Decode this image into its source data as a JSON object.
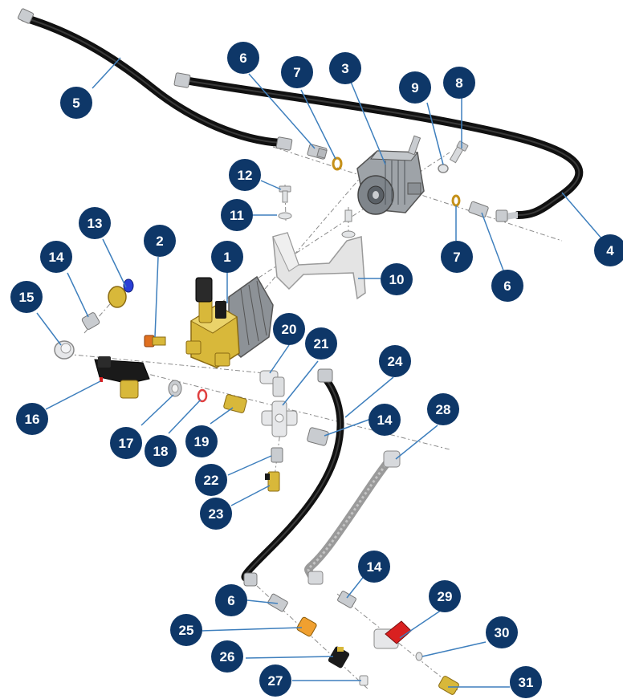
{
  "diagram": {
    "colors": {
      "callout_fill": "#0e3768",
      "leader_line": "#3e7fbd",
      "hose": "#111111",
      "hose_highlight": "#555555",
      "brass": "#d8b83a",
      "aluminum": "#c9ccd0",
      "valve_red": "#d92020",
      "bracket": "#dcdcdc",
      "braided_hose": "#9a9a9a",
      "cap_blue": "#2a3fd6",
      "unloader_black": "#1a1a1a"
    },
    "callouts": [
      {
        "id": "c1",
        "label": "1",
        "icon": "pump-head"
      },
      {
        "id": "c2",
        "label": "2",
        "icon": "thermal-relief-valve"
      },
      {
        "id": "c3",
        "label": "3",
        "icon": "hydraulic-motor"
      },
      {
        "id": "c4",
        "label": "4",
        "icon": "hydraulic-hose"
      },
      {
        "id": "c5",
        "label": "5",
        "icon": "hydraulic-hose"
      },
      {
        "id": "c6a",
        "label": "6",
        "icon": "hose-fitting"
      },
      {
        "id": "c6b",
        "label": "6",
        "icon": "hose-fitting"
      },
      {
        "id": "c6c",
        "label": "6",
        "icon": "hose-fitting"
      },
      {
        "id": "c7a",
        "label": "7",
        "icon": "o-ring"
      },
      {
        "id": "c7b",
        "label": "7",
        "icon": "o-ring"
      },
      {
        "id": "c8",
        "label": "8",
        "icon": "bolt"
      },
      {
        "id": "c9",
        "label": "9",
        "icon": "washer"
      },
      {
        "id": "c10",
        "label": "10",
        "icon": "mounting-bracket"
      },
      {
        "id": "c11",
        "label": "11",
        "icon": "washer"
      },
      {
        "id": "c12",
        "label": "12",
        "icon": "bolt"
      },
      {
        "id": "c13",
        "label": "13",
        "icon": "cap"
      },
      {
        "id": "c14a",
        "label": "14",
        "icon": "adapter-fitting"
      },
      {
        "id": "c14b",
        "label": "14",
        "icon": "adapter-fitting"
      },
      {
        "id": "c14c",
        "label": "14",
        "icon": "adapter-fitting"
      },
      {
        "id": "c15",
        "label": "15",
        "icon": "elbow"
      },
      {
        "id": "c16",
        "label": "16",
        "icon": "unloader-valve"
      },
      {
        "id": "c17",
        "label": "17",
        "icon": "nut"
      },
      {
        "id": "c18",
        "label": "18",
        "icon": "o-ring"
      },
      {
        "id": "c19",
        "label": "19",
        "icon": "brass-nipple"
      },
      {
        "id": "c20",
        "label": "20",
        "icon": "elbow"
      },
      {
        "id": "c21",
        "label": "21",
        "icon": "cross-fitting"
      },
      {
        "id": "c22",
        "label": "22",
        "icon": "bushing"
      },
      {
        "id": "c23",
        "label": "23",
        "icon": "injector"
      },
      {
        "id": "c24",
        "label": "24",
        "icon": "high-pressure-hose"
      },
      {
        "id": "c25",
        "label": "25",
        "icon": "brass-coupler"
      },
      {
        "id": "c26",
        "label": "26",
        "icon": "quick-connect"
      },
      {
        "id": "c27",
        "label": "27",
        "icon": "plug"
      },
      {
        "id": "c28",
        "label": "28",
        "icon": "braided-inlet-hose"
      },
      {
        "id": "c29",
        "label": "29",
        "icon": "ball-valve"
      },
      {
        "id": "c30",
        "label": "30",
        "icon": "filter-washer"
      },
      {
        "id": "c31",
        "label": "31",
        "icon": "garden-hose-adapter"
      }
    ]
  }
}
